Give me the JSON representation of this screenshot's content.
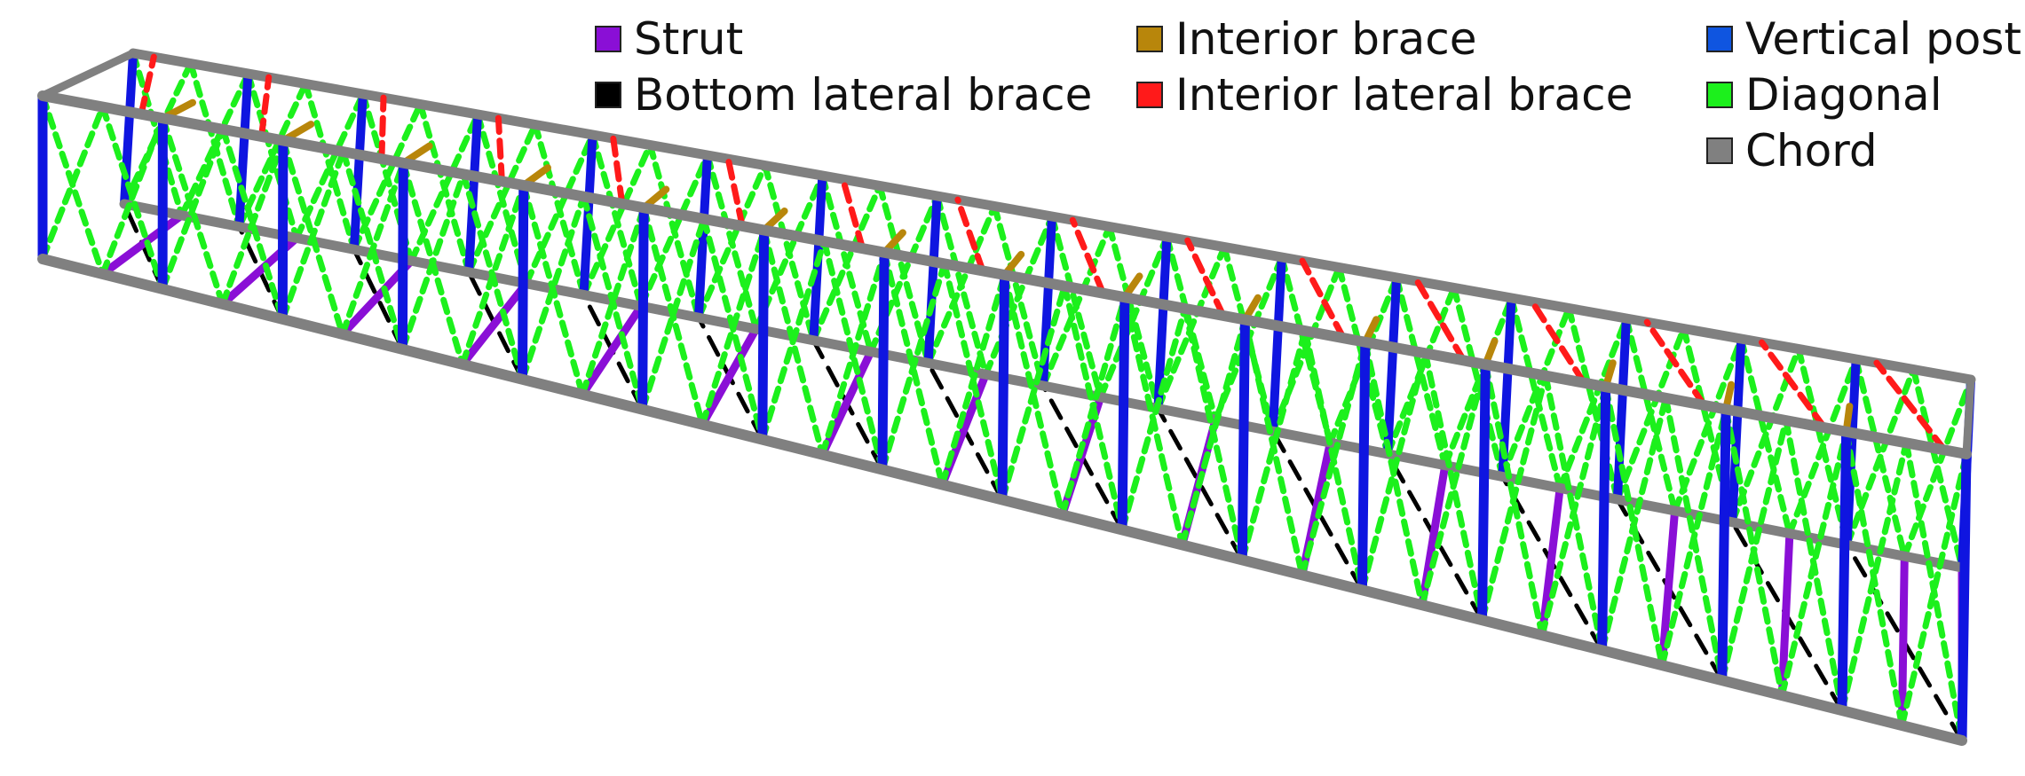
{
  "colors": {
    "strut": "#8a0fd6",
    "bottom_lateral_brace": "#000000",
    "interior_brace": "#b8860b",
    "interior_lateral_brace": "#ff1a1a",
    "vertical_post": "#0f15e0",
    "diagonal": "#1cf01c",
    "chord": "#808080"
  },
  "legend": [
    {
      "label": "Strut",
      "color": "#8a0fd6"
    },
    {
      "label": "Bottom lateral brace",
      "color": "#000000"
    },
    {
      "label": "Interior brace",
      "color": "#b8860b"
    },
    {
      "label": "Interior lateral brace",
      "color": "#ff1a1a"
    },
    {
      "label": "Vertical post",
      "color": "#0f55e0"
    },
    {
      "label": "Diagonal",
      "color": "#1cf01c"
    },
    {
      "label": "Chord",
      "color": "#808080"
    }
  ],
  "truss": {
    "bays": 16
  }
}
